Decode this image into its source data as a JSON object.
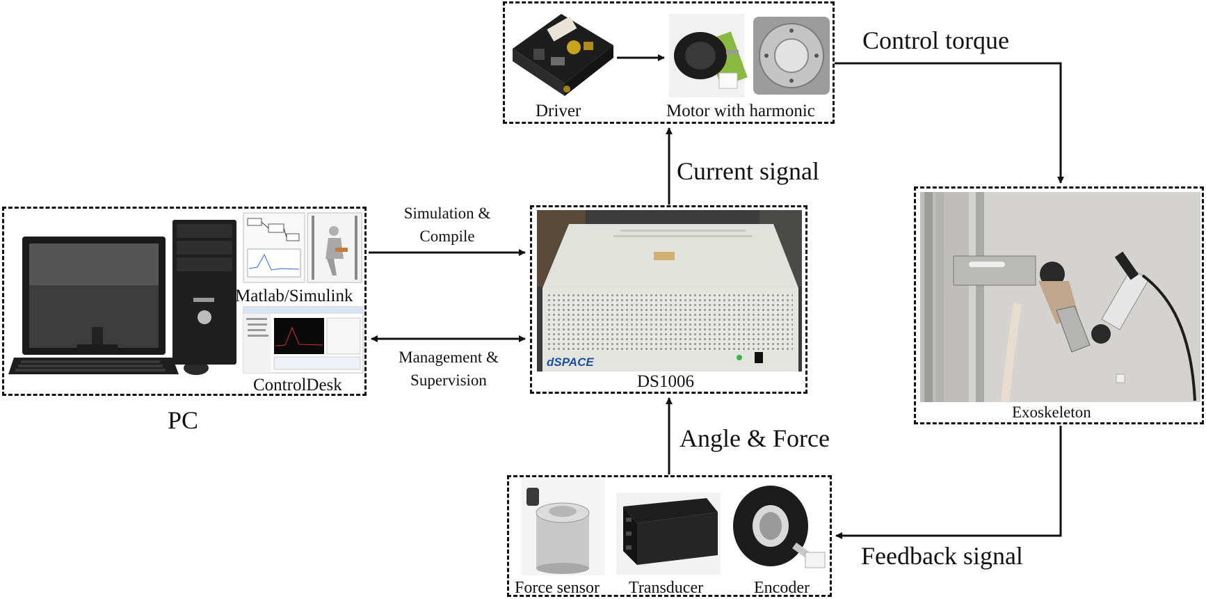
{
  "boxes": {
    "actuator": {
      "driver_label": "Driver",
      "motor_label": "Motor with harmonic"
    },
    "pc": {
      "matlab_label": "Matlab/Simulink",
      "controldesk_label": "ControlDesk",
      "title": "PC"
    },
    "controller": {
      "label": "DS1006",
      "brand_text": "dSPACE"
    },
    "exoskeleton": {
      "label": "Exoskeleton"
    },
    "sensors": {
      "force_sensor_label": "Force sensor",
      "transducer_label": "Transducer",
      "encoder_label": "Encoder"
    }
  },
  "signals": {
    "control_torque": "Control torque",
    "current_signal": "Current signal",
    "angle_force": "Angle & Force",
    "feedback_signal": "Feedback signal"
  },
  "links": {
    "sim_compile_line1": "Simulation &",
    "sim_compile_line2": "Compile",
    "mgmt_line1": "Management &",
    "mgmt_line2": "Supervision"
  }
}
